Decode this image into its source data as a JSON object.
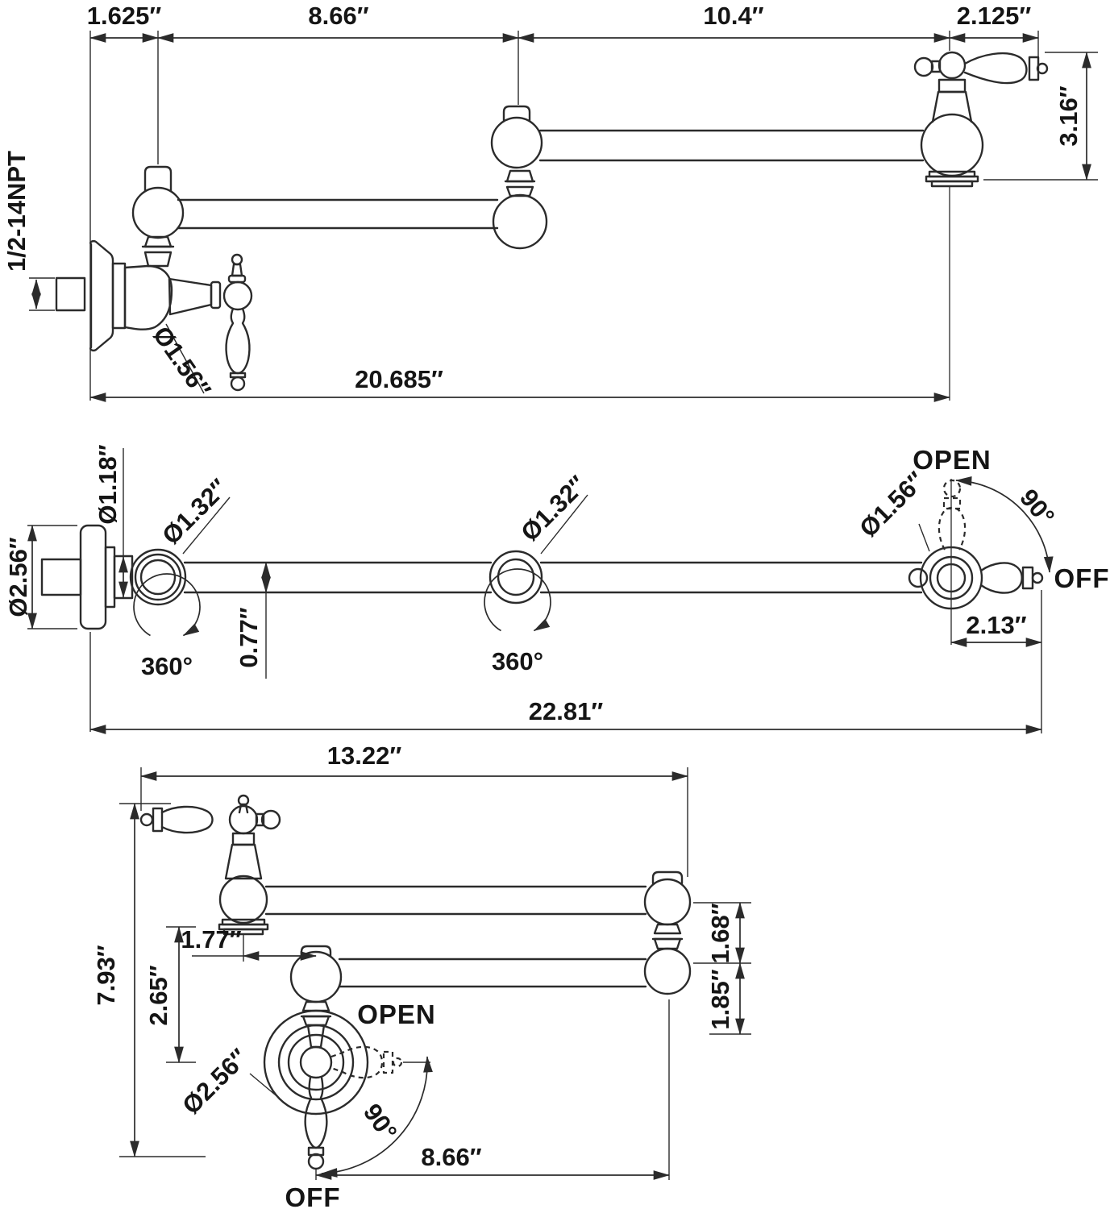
{
  "drawing": {
    "background": "#ffffff",
    "line_color": "#2b2b2b",
    "text_color": "#151515"
  },
  "views": {
    "top": {
      "labels": {
        "w1": "1.625″",
        "w2": "8.66″",
        "w3": "10.4″",
        "w4": "2.125″",
        "height": "3.16″",
        "npt": "1/2-14NPT",
        "dia156": "Ø1.56″",
        "total": "20.685″"
      }
    },
    "middle": {
      "labels": {
        "dia118": "Ø1.18″",
        "dia256": "Ø2.56″",
        "dia132a": "Ø1.32″",
        "dia132b": "Ø1.32″",
        "dia156": "Ø1.56″",
        "open": "OPEN",
        "angle90": "90°",
        "off": "OFF",
        "d213": "2.13″",
        "d077": "0.77″",
        "rot360a": "360°",
        "rot360b": "360°",
        "total": "22.81″"
      }
    },
    "bottom": {
      "labels": {
        "width": "13.22″",
        "height": "7.93″",
        "d265": "2.65″",
        "d177": "1.77″",
        "dia256": "Ø2.56″",
        "open": "OPEN",
        "angle90": "90°",
        "off": "OFF",
        "d866": "8.66″",
        "d168": "1.68″",
        "d185": "1.85″"
      }
    }
  }
}
